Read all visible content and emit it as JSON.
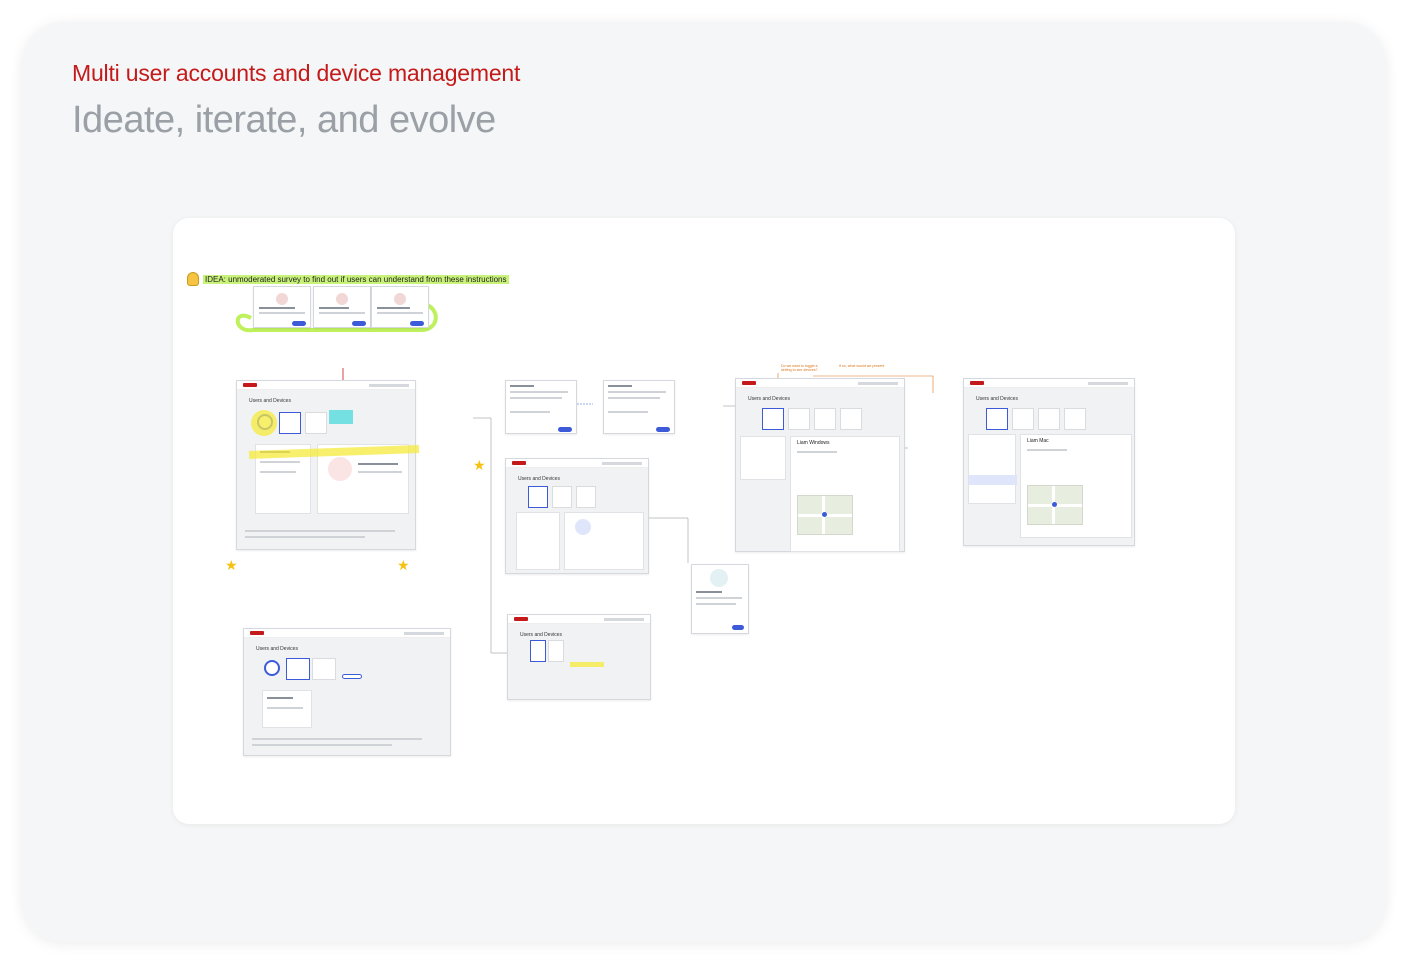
{
  "header": {
    "eyebrow": "Multi user accounts and device management",
    "title": "Ideate, iterate, and evolve"
  },
  "board": {
    "idea_label": "IDEA: unmoderated survey to find out if users can understand from these instructions",
    "mock_heading": "Users and Devices",
    "notes": {
      "orange_1": "Do we want to toggle a setting to see devices?",
      "orange_2": "If so, what would we present",
      "device_name_1": "Liam Windows",
      "device_name_2": "Liam Mac"
    }
  },
  "colors": {
    "brand_red": "#c41a1a",
    "accent_blue": "#3d5bd9",
    "highlight_yellow": "#f5ea3c",
    "highlight_green": "#c8f27a",
    "annotation_orange": "#d9761a"
  },
  "icons": [
    "lightbulb-icon",
    "star-icon"
  ]
}
